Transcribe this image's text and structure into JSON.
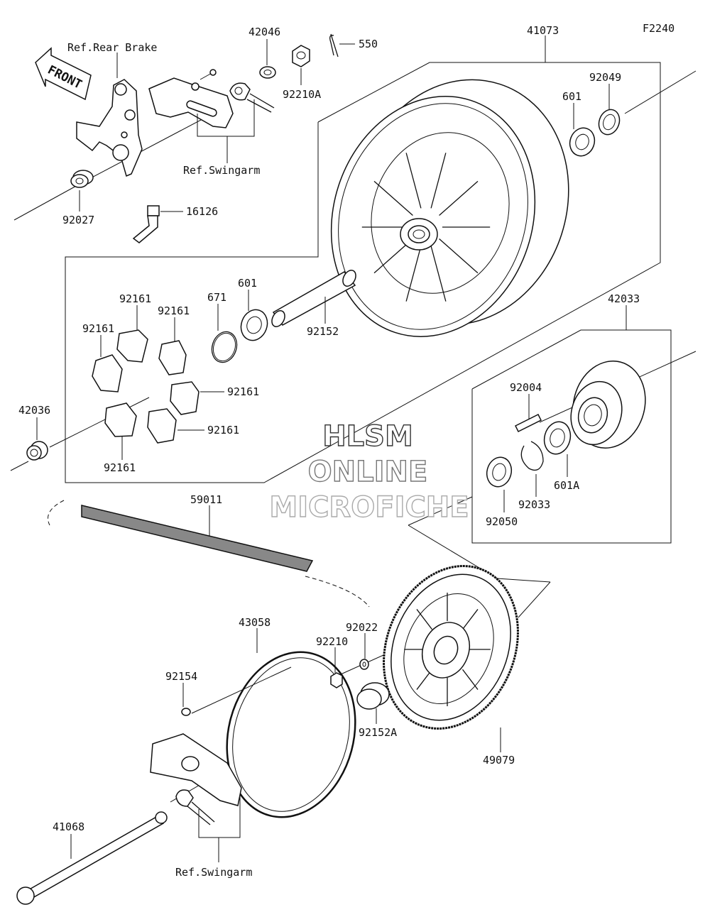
{
  "diagram_code": "F2240",
  "front_arrow": "FRONT",
  "refs": {
    "rear_brake": "Ref.Rear Brake",
    "swingarm_top": "Ref.Swingarm",
    "swingarm_bottom": "Ref.Swingarm"
  },
  "parts": {
    "p42046": "42046",
    "p550": "550",
    "p92210A": "92210A",
    "p41073": "41073",
    "p92049": "92049",
    "p601_top": "601",
    "p92027": "92027",
    "p16126": "16126",
    "p92161_a": "92161",
    "p92161_b": "92161",
    "p92161_c": "92161",
    "p92161_d": "92161",
    "p92161_e": "92161",
    "p92161_f": "92161",
    "p671": "671",
    "p601_mid": "601",
    "p92152": "92152",
    "p42033": "42033",
    "p42036": "42036",
    "p92004": "92004",
    "p92033": "92033",
    "p601A": "601A",
    "p92050": "92050",
    "p59011": "59011",
    "p43058": "43058",
    "p92022": "92022",
    "p92210": "92210",
    "p92154": "92154",
    "p92152A": "92152A",
    "p49079": "49079",
    "p41068": "41068"
  },
  "watermark": {
    "line1": "HLSM",
    "line2": "ONLINE",
    "line3": "MICROFICHE",
    "color1": "#333333",
    "color2": "#777777",
    "color3": "#aaaaaa"
  }
}
